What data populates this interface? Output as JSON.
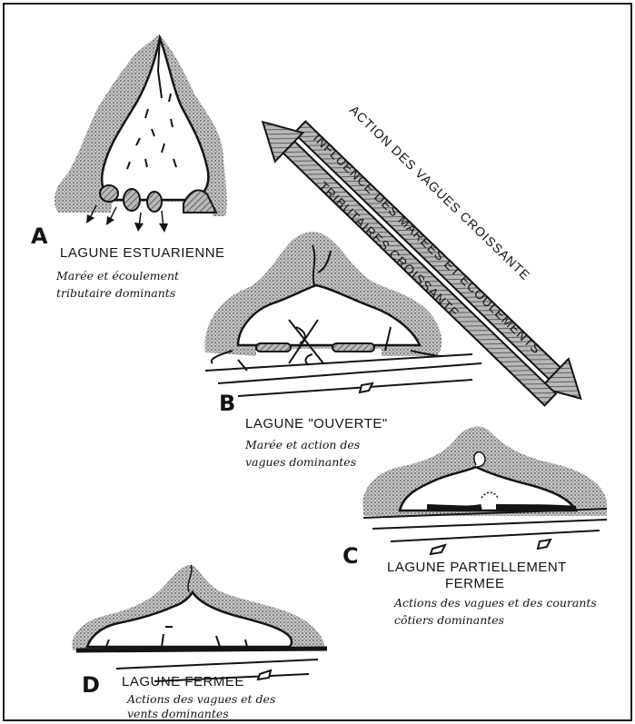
{
  "panels": [
    {
      "letter": "A",
      "title": "LAGUNE ESTUARIENNE",
      "desc1": "Marée et écoulement",
      "desc2": "tributaire dominants"
    },
    {
      "letter": "B",
      "title": "LAGUNE \"OUVERTE\"",
      "desc1": "Marée et action des",
      "desc2": "vagues dominantes"
    },
    {
      "letter": "C",
      "title": "LAGUNE PARTIELLEMENT",
      "title2": "FERMEE",
      "desc1": "Actions des vagues et des courants",
      "desc2": "côtiers dominantes"
    },
    {
      "letter": "D",
      "title": "LAGUNE FERMEE",
      "desc1": "Actions des vagues et des",
      "desc2": "vents dominantes"
    }
  ],
  "arrows": {
    "upper_label": "ACTION DES VAGUES CROISSANTE",
    "lower_label_1": "INFLUENCE DES MAREES ET ECOULEMENTS",
    "lower_label_2": "TRIBUTAIRES CROISSANTE"
  },
  "colors": {
    "ink": "#141414",
    "stipple": "#9a9a9a",
    "paper": "#ffffff"
  }
}
